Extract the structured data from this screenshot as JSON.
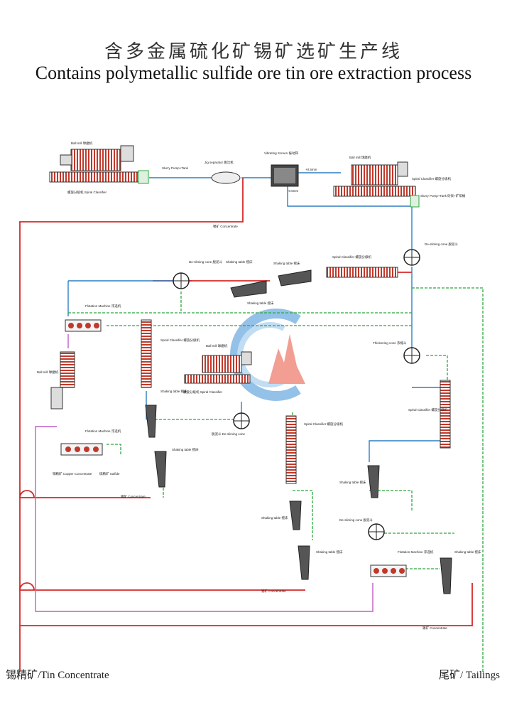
{
  "title_cn": "含多金属硫化矿锡矿选矿生产线",
  "title_en": "Contains polymetallic sulfide ore tin ore extraction process",
  "outputs": {
    "tin_concentrate": "锡精矿/Tin  Concentrate",
    "tailings": "尾矿/ Tailings"
  },
  "labels": {
    "ball_mill_1": "Ball mill 球磨机",
    "spiral_1": "螺旋分级机 Spiral Classifier",
    "slurry_pump_1": "Slurry Pump+Tank",
    "jig": "Jig separator 跳汰机",
    "vib_screen": "Vibrating Screen 振动筛",
    "size_plus": "+0.5mm",
    "size_minus": "-0.5mm",
    "ball_mill_2": "Ball mill 球磨机",
    "spiral_2": "Spiral Classifier 螺旋分级机",
    "slurry_pump_2": "Slurry Pump+Tank 砂泵+矿浆桶",
    "tin_conc_1": "锡矿 Concentrate",
    "desliming_1": "De-sliming cone 脱泥斗",
    "desliming_2": "De-sliming cone 脱泥斗",
    "shaking_a": "Shaking table 摇床",
    "shaking_b": "Shaking table 摇床",
    "shaking_c": "Shaking table 摇床",
    "spiral_3": "Spiral Classifier 螺旋分级机",
    "flotation_1": "Flotation Machine 浮选机",
    "ball_mill_3": "Ball mill 球磨机",
    "flotation_2": "Flotation Machine 浮选机",
    "copper_conc": "铜精矿 Copper Concentrate",
    "sulfide": "硫精矿 Sulfide",
    "tin_conc_2": "锡矿 Concentrate",
    "spiral_4": "Spiral Classifier 螺旋分级机",
    "shaking_d": "Shaking table 摇床",
    "shaking_e": "Shaking table 摇床",
    "ball_mill_4": "Ball mill 球磨机",
    "spiral_5": "螺旋分级机 Spiral Classifier",
    "desliming_3": "脱泥斗 De-sliming cone",
    "spiral_6": "Spiral Classifier 螺旋分级机",
    "shaking_f": "Shaking table 摇床",
    "shaking_g": "Shaking table 摇床",
    "tin_conc_3": "锡矿 Concentrate",
    "thickening": "Thickening cone 浓缩斗",
    "spiral_7": "Spiral Classifier 螺旋分级机",
    "shaking_h": "Shaking table 摇床",
    "desliming_4": "De-sliming cone 脱泥斗",
    "flotation_3": "Flotation Machine 浮选机",
    "shaking_i": "Shaking table 摇床",
    "tin_conc_4": "锡矿 Concentrate"
  },
  "colors": {
    "concentrate_line": "#d42a2a",
    "slurry_line": "#2d7fc1",
    "tailing_line": "#2aa83e",
    "copper_line": "#c05cc8",
    "equipment_red": "#c0392b",
    "equipment_dark": "#333333",
    "logo_blue": "#3d8fd6",
    "logo_red": "#e8503a"
  }
}
